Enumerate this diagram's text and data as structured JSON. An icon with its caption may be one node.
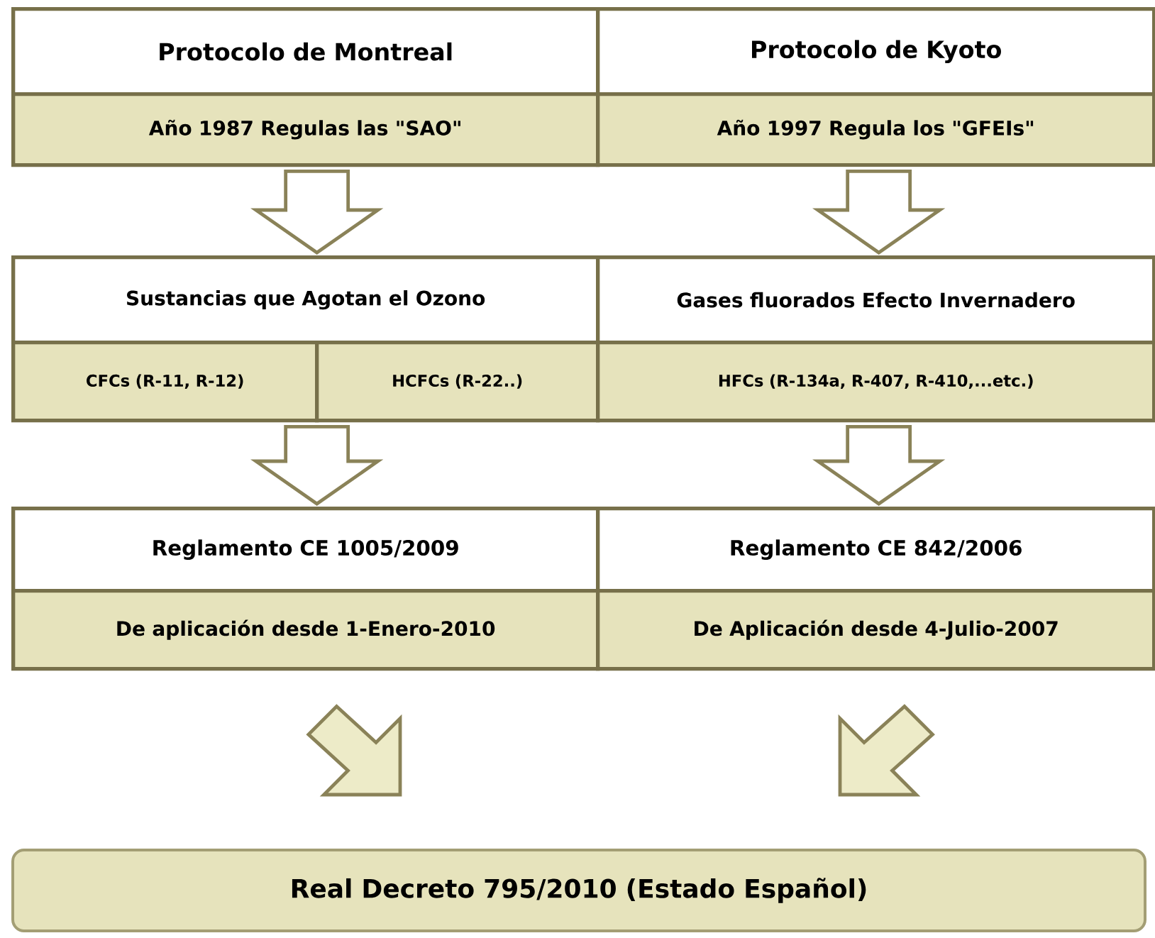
{
  "diagram": {
    "nodes": [
      {
        "text": [
          "Protocolo de Montreal"
        ]
      },
      {
        "text": [
          "Protocolo de Kyoto"
        ]
      },
      {
        "text": [
          "Año 1987 Regulas las \"SAO\""
        ]
      },
      {
        "text": [
          "Año 1997 Regula los \"GFEIs\""
        ]
      },
      {
        "text": [
          "Sustancias que Agotan el Ozono"
        ]
      },
      {
        "text": [
          "Gases fluorados Efecto Invernadero"
        ]
      },
      {
        "text": [
          "CFCs (R-11, R-12)"
        ]
      },
      {
        "text": [
          "HCFCs (R-22..)"
        ]
      },
      {
        "text": [
          "HFCs (R-134a, R-407, R-410,...etc.)"
        ]
      },
      {
        "text": [
          "Reglamento CE 1005/2009"
        ]
      },
      {
        "text": [
          "Reglamento CE 842/2006"
        ]
      },
      {
        "text": [
          "De aplicación desde 1-Enero-2010"
        ]
      },
      {
        "text": [
          "De Aplicación desde 4-Julio-2007"
        ]
      },
      {
        "text": [
          "Real Decreto 795/2010 (Estado Español)"
        ]
      }
    ],
    "edges": [
      {
        "from": 2,
        "to": 4,
        "arrow": "to"
      },
      {
        "from": 3,
        "to": 5,
        "arrow": "to"
      },
      {
        "from": 6,
        "to": 9,
        "arrow": "to"
      },
      {
        "from": 7,
        "to": 9,
        "arrow": "to"
      },
      {
        "from": 8,
        "to": 10,
        "arrow": "to"
      },
      {
        "from": 11,
        "to": 13,
        "arrow": "to"
      },
      {
        "from": 12,
        "to": 13,
        "arrow": "to"
      }
    ]
  }
}
